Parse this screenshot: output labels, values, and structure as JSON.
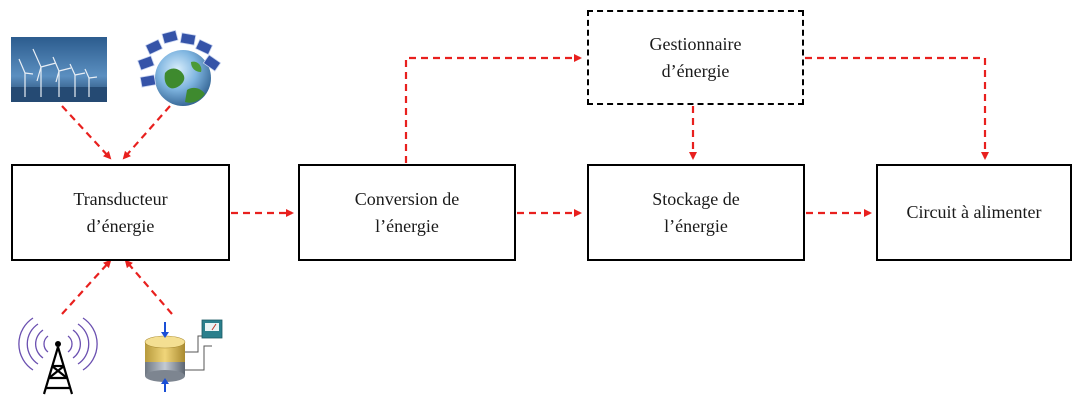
{
  "colors": {
    "arrow": "#e8201e",
    "box_border": "#000000",
    "text": "#1a1a1a"
  },
  "nodes": {
    "transducteur": {
      "line1": "Transducteur",
      "line2": "d’énergie"
    },
    "conversion": {
      "line1": "Conversion de",
      "line2": "l’énergie"
    },
    "stockage": {
      "line1": "Stockage de",
      "line2": "l’énergie"
    },
    "circuit": {
      "line1": "Circuit à alimenter"
    },
    "gestionnaire": {
      "line1": "Gestionnaire",
      "line2": "d’énergie"
    }
  },
  "sources": {
    "top_left": "wind-turbines-icon",
    "top_right": "solar-globe-icon",
    "bottom_left": "radio-antenna-icon",
    "bottom_right": "piezo-pressure-icon"
  }
}
